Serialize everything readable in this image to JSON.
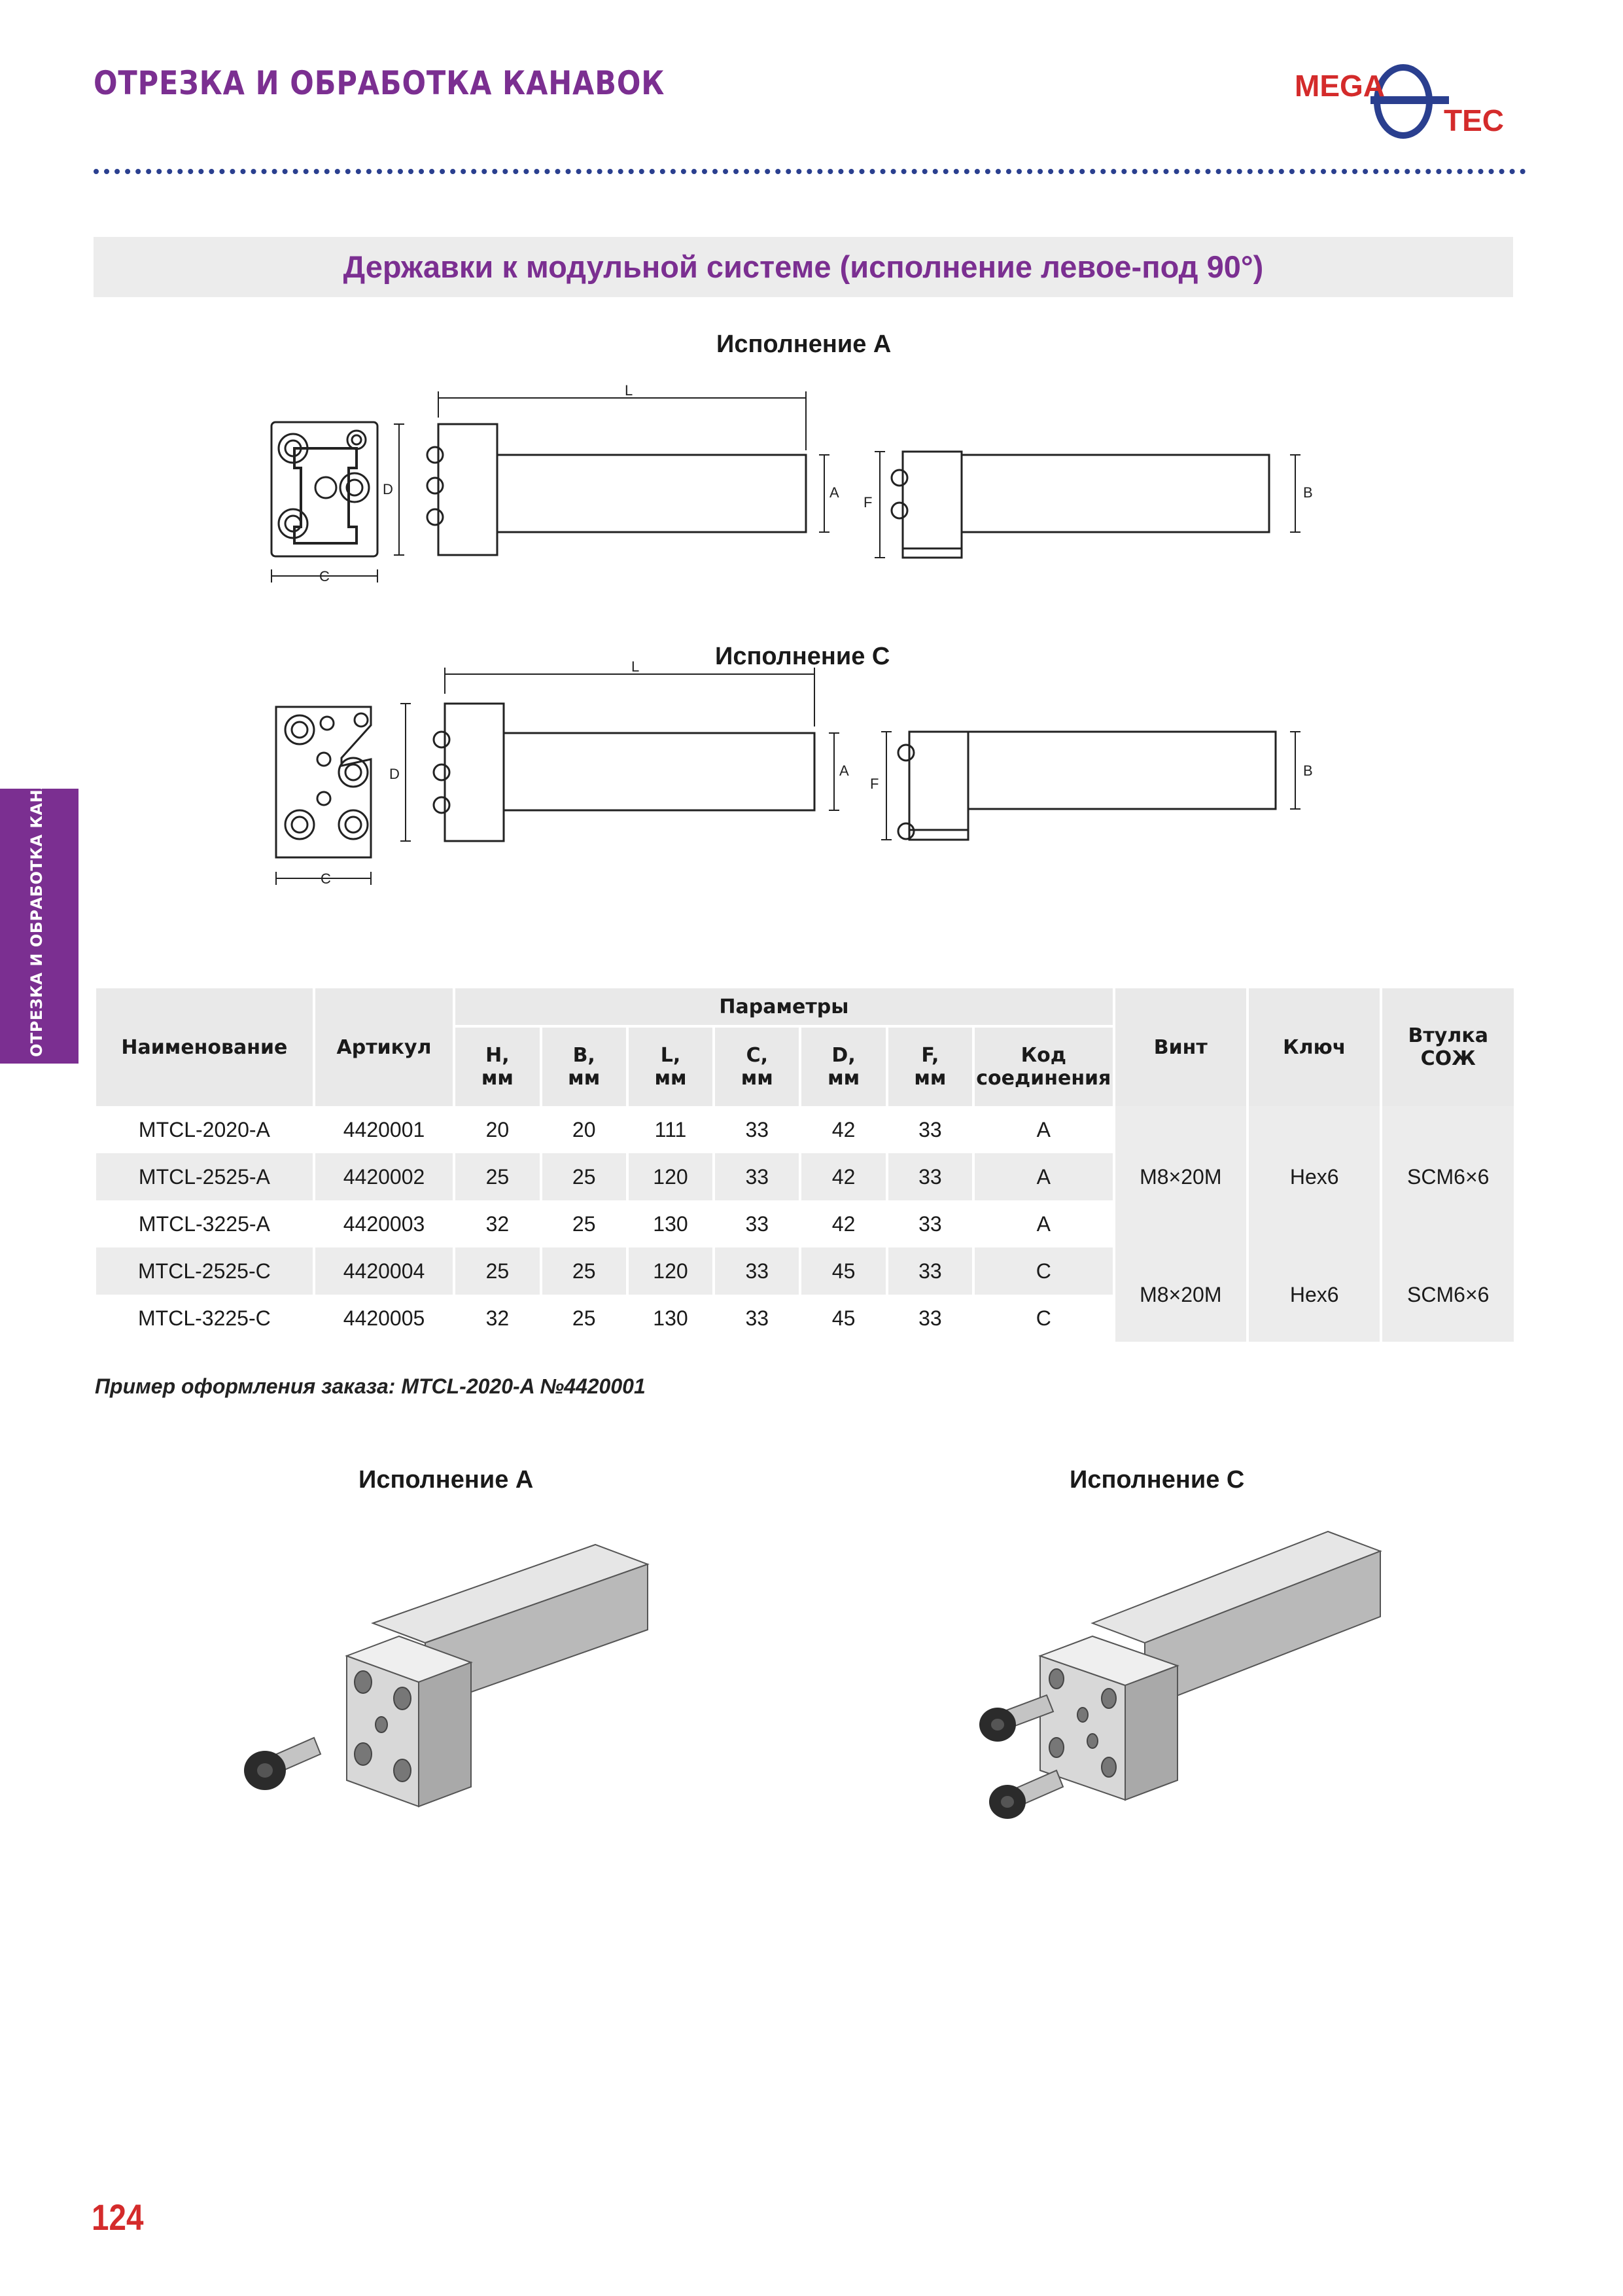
{
  "header": {
    "title": "ОТРЕЗКА И ОБРАБОТКА КАНАВОК",
    "logo_top": "MEGA",
    "logo_bottom": "TEC",
    "logo_colors": {
      "red": "#d42b2b",
      "blue": "#2a3f8f"
    }
  },
  "section": {
    "title": "Державки к модульной системе  (исполнение левое-под 90°)"
  },
  "side_tab": "ОТРЕЗКА И ОБРАБОТКА КАНАВОК",
  "drawings": {
    "variant_a_caption": "Исполнение A",
    "variant_c_caption": "Исполнение C",
    "dim_labels": {
      "L": "L",
      "D": "D",
      "A": "A",
      "F": "F",
      "B": "B",
      "C": "C"
    }
  },
  "table": {
    "headers": {
      "name": "Наименование",
      "article": "Артикул",
      "params": "Параметры",
      "h": "H,",
      "b": "B,",
      "l": "L,",
      "c": "C,",
      "d": "D,",
      "f": "F,",
      "unit": "мм",
      "code_1": "Код",
      "code_2": "соединения",
      "screw": "Винт",
      "key": "Ключ",
      "sleeve_1": "Втулка",
      "sleeve_2": "СОЖ"
    },
    "rows": [
      {
        "name": "MTCL-2020-A",
        "article": "4420001",
        "h": "20",
        "b": "20",
        "l": "111",
        "c": "33",
        "d": "42",
        "f": "33",
        "code": "A"
      },
      {
        "name": "MTCL-2525-A",
        "article": "4420002",
        "h": "25",
        "b": "25",
        "l": "120",
        "c": "33",
        "d": "42",
        "f": "33",
        "code": "A"
      },
      {
        "name": "MTCL-3225-A",
        "article": "4420003",
        "h": "32",
        "b": "25",
        "l": "130",
        "c": "33",
        "d": "42",
        "f": "33",
        "code": "A"
      },
      {
        "name": "MTCL-2525-C",
        "article": "4420004",
        "h": "25",
        "b": "25",
        "l": "120",
        "c": "33",
        "d": "45",
        "f": "33",
        "code": "C"
      },
      {
        "name": "MTCL-3225-C",
        "article": "4420005",
        "h": "32",
        "b": "25",
        "l": "130",
        "c": "33",
        "d": "45",
        "f": "33",
        "code": "C"
      }
    ],
    "groups": [
      {
        "screw": "M8×20M",
        "key": "Hex6",
        "sleeve": "SCM6×6"
      },
      {
        "screw": "M8×20M",
        "key": "Hex6",
        "sleeve": "SCM6×6"
      }
    ]
  },
  "order_example": "Пример оформления заказа:  MTCL-2020-A №4420001",
  "views": {
    "a_caption": "Исполнение A",
    "c_caption": "Исполнение C"
  },
  "page_number": "124"
}
